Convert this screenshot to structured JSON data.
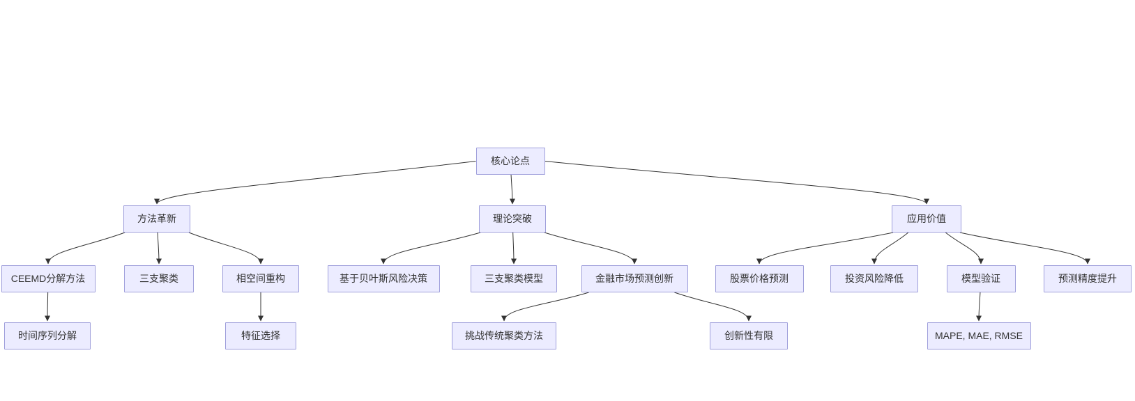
{
  "colors": {
    "background": "#ffffff",
    "node_fill": "#ECECFF",
    "node_border": "#9f9fdb",
    "edge": "#333333",
    "text": "#333333"
  },
  "diagram": {
    "type": "flowchart-top-down",
    "nodes": [
      {
        "id": "core",
        "label": "核心论点"
      },
      {
        "id": "method",
        "label": "方法革新"
      },
      {
        "id": "theory",
        "label": "理论突破"
      },
      {
        "id": "application",
        "label": "应用价值"
      },
      {
        "id": "ceemd",
        "label": "CEEMD分解方法"
      },
      {
        "id": "threeway",
        "label": "三支聚类"
      },
      {
        "id": "phase",
        "label": "相空间重构"
      },
      {
        "id": "bayes",
        "label": "基于贝叶斯风险决策"
      },
      {
        "id": "threemodel",
        "label": "三支聚类模型"
      },
      {
        "id": "finance",
        "label": "金融市场预测创新"
      },
      {
        "id": "stock",
        "label": "股票价格预测"
      },
      {
        "id": "invest",
        "label": "投资风险降低"
      },
      {
        "id": "model",
        "label": "模型验证"
      },
      {
        "id": "accuracy",
        "label": "预测精度提升"
      },
      {
        "id": "timeseries",
        "label": "时间序列分解"
      },
      {
        "id": "feature",
        "label": "特征选择"
      },
      {
        "id": "challenge",
        "label": "挑战传统聚类方法"
      },
      {
        "id": "limited",
        "label": "创新性有限"
      },
      {
        "id": "mape",
        "label": "MAPE, MAE, RMSE"
      }
    ],
    "edges": [
      {
        "from": "core",
        "to": "method"
      },
      {
        "from": "core",
        "to": "theory"
      },
      {
        "from": "core",
        "to": "application"
      },
      {
        "from": "method",
        "to": "ceemd"
      },
      {
        "from": "method",
        "to": "threeway"
      },
      {
        "from": "method",
        "to": "phase"
      },
      {
        "from": "theory",
        "to": "bayes"
      },
      {
        "from": "theory",
        "to": "threemodel"
      },
      {
        "from": "theory",
        "to": "finance"
      },
      {
        "from": "application",
        "to": "stock"
      },
      {
        "from": "application",
        "to": "invest"
      },
      {
        "from": "application",
        "to": "model"
      },
      {
        "from": "application",
        "to": "accuracy"
      },
      {
        "from": "ceemd",
        "to": "timeseries"
      },
      {
        "from": "phase",
        "to": "feature"
      },
      {
        "from": "finance",
        "to": "challenge"
      },
      {
        "from": "finance",
        "to": "limited"
      },
      {
        "from": "model",
        "to": "mape"
      }
    ]
  }
}
